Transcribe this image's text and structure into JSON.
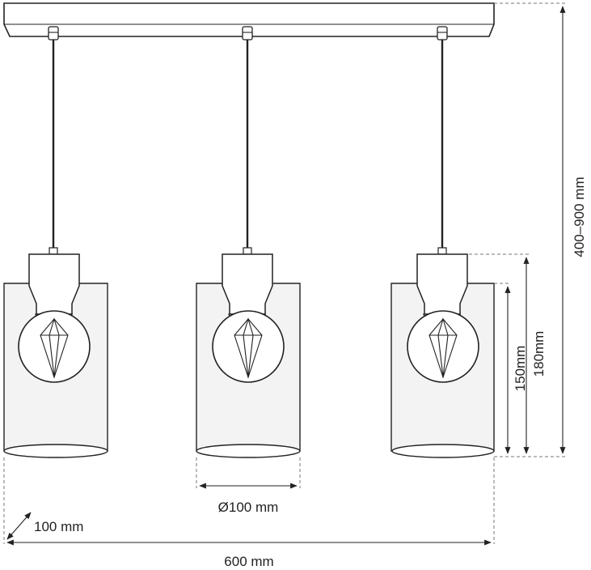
{
  "dimensions": {
    "height_range": "400–900 mm",
    "glass_height": "150mm",
    "shade_height": "180mm",
    "diameter": "Ø100 mm",
    "depth": "100 mm",
    "width": "600 mm"
  }
}
